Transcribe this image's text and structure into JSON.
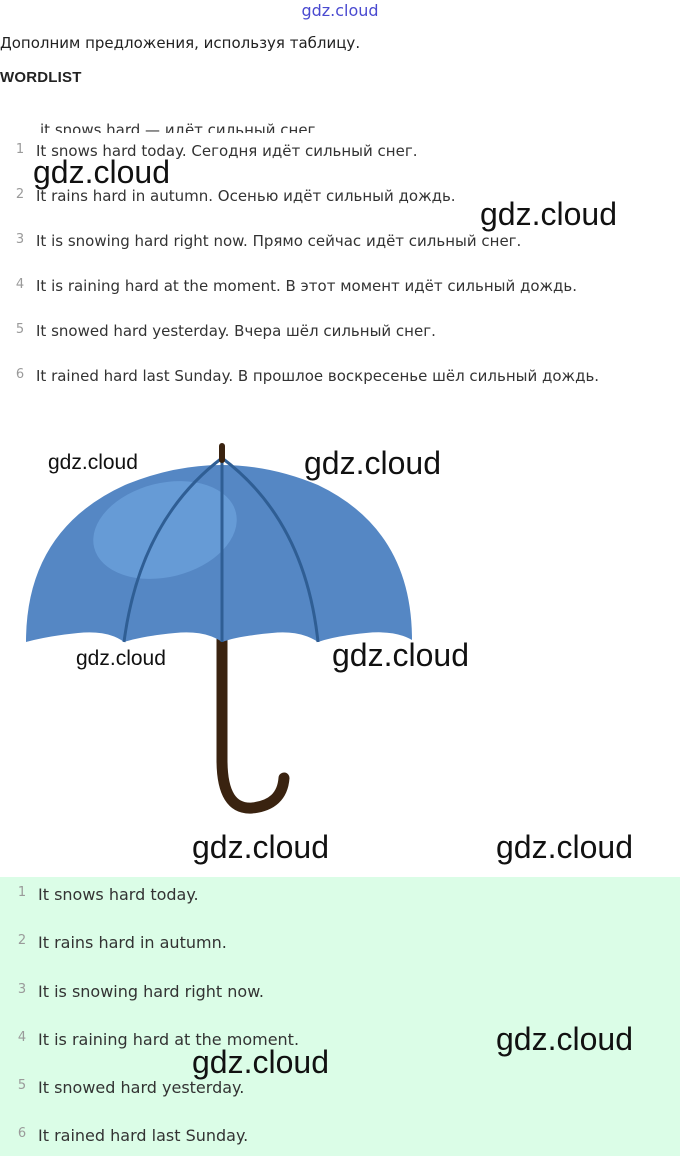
{
  "site_link": "gdz.cloud",
  "instruction": "Дополним предложения, используя таблицу.",
  "section_title": "WORDLIST",
  "cut_line": "it snows hard — идёт сильный снег",
  "sentences": [
    {
      "num": "1",
      "text": "It snows hard today. Сегодня идёт сильный снег."
    },
    {
      "num": "2",
      "text": "It rains hard in autumn. Осенью идёт сильный дождь."
    },
    {
      "num": "3",
      "text": "It is snowing hard right now. Прямо сейчас идёт сильный снег."
    },
    {
      "num": "4",
      "text": "It is raining hard at the moment. В этот момент идёт сильный дождь."
    },
    {
      "num": "5",
      "text": "It snowed hard yesterday. Вчера шёл сильный снег."
    },
    {
      "num": "6",
      "text": "It rained hard last Sunday. В прошлое воскресенье шёл сильный дождь."
    }
  ],
  "answers": [
    {
      "num": "1",
      "text": "It snows hard today."
    },
    {
      "num": "2",
      "text": "It rains hard in autumn."
    },
    {
      "num": "3",
      "text": "It is snowing hard right now."
    },
    {
      "num": "4",
      "text": "It is raining hard at the moment."
    },
    {
      "num": "5",
      "text": "It snowed hard yesterday."
    },
    {
      "num": "6",
      "text": "It rained hard last Sunday."
    }
  ],
  "watermark": "gdz.cloud",
  "colors": {
    "answer_bg": "#dbfde7",
    "umbrella_canopy": "#5587c4",
    "umbrella_highlight": "#6a9fd9",
    "umbrella_handle": "#3a2310",
    "site_link": "#4a4ad0"
  }
}
